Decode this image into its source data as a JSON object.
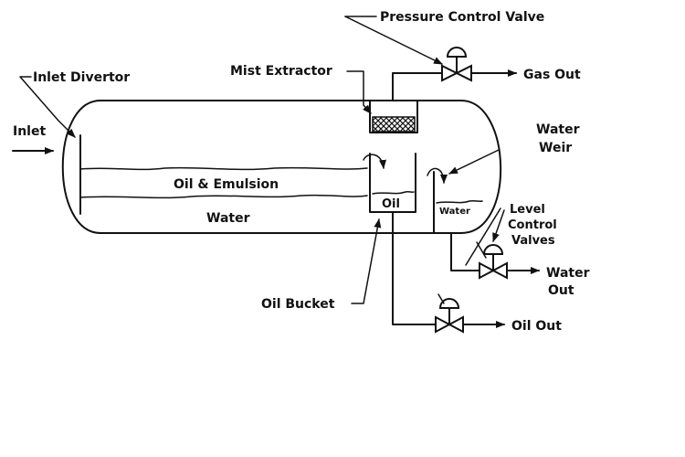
{
  "labels": {
    "pressure_control_valve": "Pressure Control Valve",
    "inlet_divertor": "Inlet Divertor",
    "mist_extractor": "Mist Extractor",
    "gas_out": "Gas Out",
    "inlet": "Inlet",
    "water_weir_line1": "Water",
    "water_weir_line2": "Weir",
    "oil_emulsion": "Oil & Emulsion",
    "oil": "Oil",
    "water_compartment": "Water",
    "level_line1": "Level",
    "level_line2": "Control",
    "level_line3": "Valves",
    "water_layer": "Water",
    "water_out_line1": "Water",
    "water_out_line2": "Out",
    "oil_bucket": "Oil Bucket",
    "oil_out": "Oil Out"
  },
  "colors": {
    "ink": "#111111",
    "background": "#ffffff"
  }
}
